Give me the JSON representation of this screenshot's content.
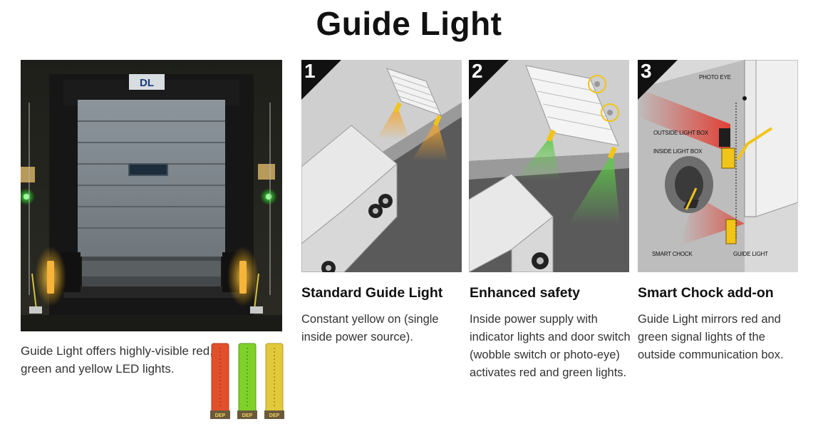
{
  "page": {
    "title": "Guide Light"
  },
  "photo": {
    "sign_text": "DL",
    "caption": "Guide Light offers highly-visible red, green and yellow LED lights."
  },
  "tubes": [
    {
      "color": "#e2502b",
      "name": "red"
    },
    {
      "color": "#7fd12a",
      "name": "green"
    },
    {
      "color": "#e1c93b",
      "name": "yellow"
    }
  ],
  "tube_logo": "DEP",
  "steps": [
    {
      "number": "1",
      "heading": "Standard Guide Light",
      "text": "Constant yellow on (single inside power source)."
    },
    {
      "number": "2",
      "heading": "Enhanced safety",
      "text": "Inside power supply with indicator lights and door switch (wobble switch or photo-eye) activates red and green lights."
    },
    {
      "number": "3",
      "heading": "Smart Chock add-on",
      "text": "Guide Light mirrors red and green signal lights of the outside communication box."
    }
  ],
  "diagram_labels": {
    "photo_eye": "PHOTO EYE",
    "outside_light_box": "OUTSIDE LIGHT BOX",
    "inside_light_box": "INSIDE LIGHT BOX",
    "smart_chock": "SMART CHOCK",
    "guide_light": "GUIDE LIGHT"
  },
  "colors": {
    "yellow_light": "#f3a42a",
    "green_light": "#5ec84a",
    "red_light": "#e23a2e",
    "accent_yellow": "#f1c418"
  }
}
